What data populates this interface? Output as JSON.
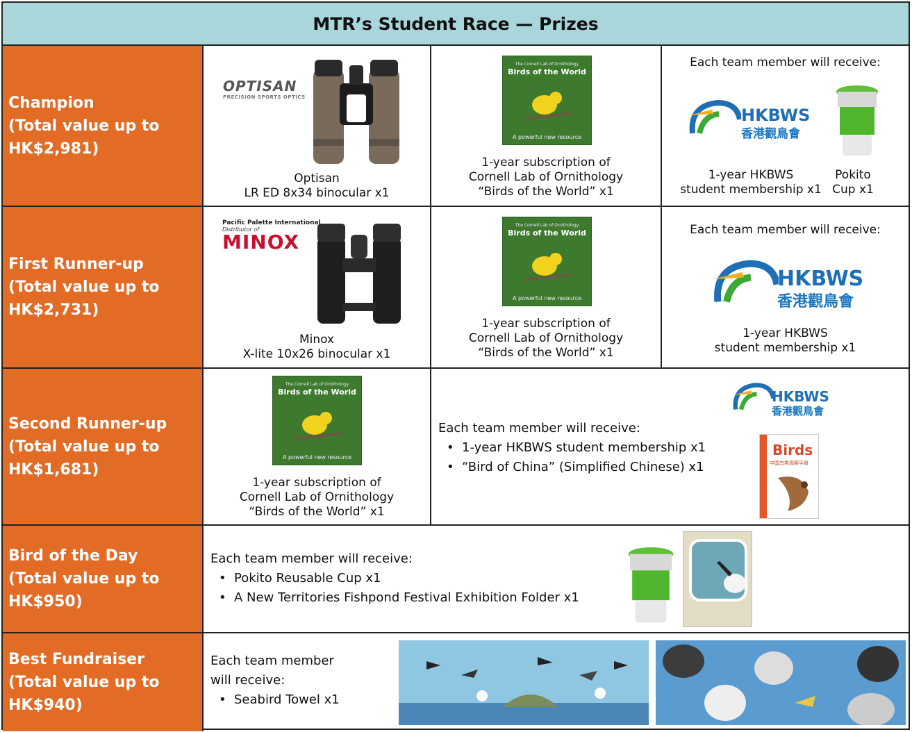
{
  "title": "MTR’s Student Race — Prizes",
  "rows": {
    "champion": {
      "label": [
        "Champion",
        "(Total value up to",
        "HK$2,981)"
      ],
      "binocular_brand_logo": "OPTISAN",
      "binocular_brand_sub": "PRECISION SPORTS OPTICS",
      "binocular_caption": [
        "Optisan",
        "LR ED 8x34 binocular x1"
      ],
      "book_caption": [
        "1-year subscription of",
        "Cornell Lab of Ornithology",
        "“Birds of the World” x1"
      ],
      "team_head": "Each team member will receive:",
      "membership_caption": [
        "1-year HKBWS",
        "student membership x1"
      ],
      "cup_caption": [
        "Pokito",
        "Cup x1"
      ]
    },
    "first": {
      "label": [
        "First Runner-up",
        "(Total value up to",
        "HK$2,731)"
      ],
      "logo_line1": "Pacific Palette International",
      "logo_line2": "Distributor of",
      "logo_big": "MINOX",
      "binocular_caption": [
        "Minox",
        "X-lite 10x26 binocular x1"
      ],
      "book_caption": [
        "1-year subscription of",
        "Cornell Lab of Ornithology",
        "“Birds of the World” x1"
      ],
      "team_head": "Each team member will receive:",
      "membership_caption": [
        "1-year HKBWS",
        "student membership x1"
      ]
    },
    "second": {
      "label": [
        "Second Runner-up",
        "(Total value up to",
        "HK$1,681)"
      ],
      "book_caption": [
        "1-year subscription of",
        "Cornell Lab of Ornithology",
        "“Birds of the World” x1"
      ],
      "team_head": "Each team member will receive:",
      "items": [
        "1-year HKBWS student membership x1",
        "“Bird of China” (Simplified Chinese) x1"
      ]
    },
    "bird_day": {
      "label": [
        "Bird of the Day",
        "(Total value up to",
        "HK$950)"
      ],
      "team_head": "Each team member will receive:",
      "items": [
        "Pokito Reusable Cup x1",
        "A New Territories Fishpond Festival Exhibition Folder x1"
      ]
    },
    "fundraiser": {
      "label": [
        "Best Fundraiser",
        "(Total value up to",
        "HK$940)"
      ],
      "team_head": [
        "Each team member",
        "will receive:"
      ],
      "items": [
        "Seabird Towel x1"
      ]
    }
  },
  "book": {
    "line1": "The Cornell Lab of Ornithology",
    "line2": "Birds of the World",
    "line3": "A powerful new resource"
  },
  "hkbws": {
    "en": "HKBWS",
    "cn": "香港觀鳥會"
  },
  "china_book": {
    "title": "Birds",
    "cn": "中国鸟类观察手册"
  },
  "colors": {
    "title_bg": "#a9d6da",
    "label_bg": "#e26b25",
    "hkbws_blue": "#1f6fb5",
    "hkbws_green": "#3aa935"
  }
}
